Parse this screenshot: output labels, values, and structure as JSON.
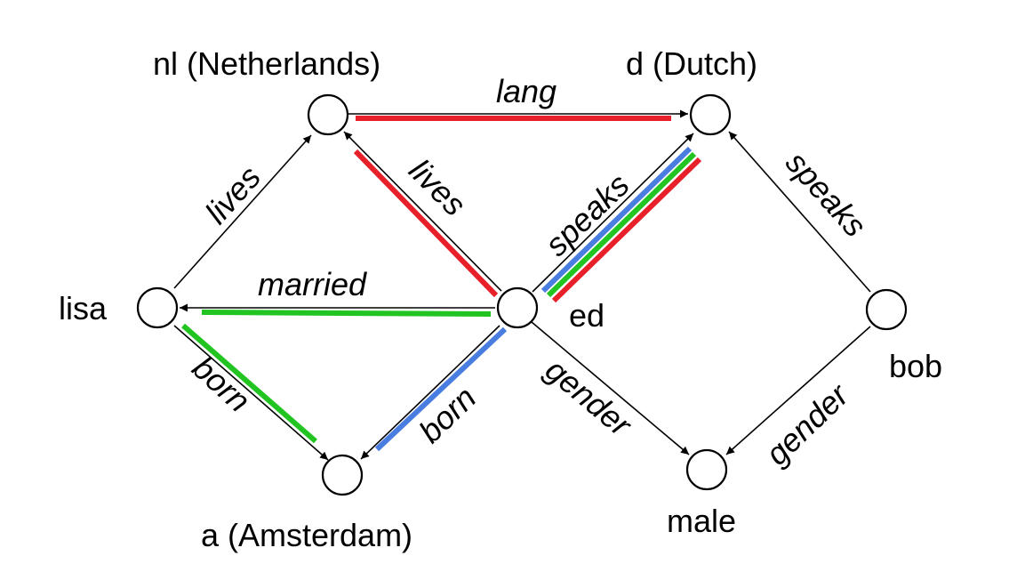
{
  "nodes": {
    "nl": {
      "label": "nl (Netherlands)"
    },
    "d": {
      "label": "d (Dutch)"
    },
    "lisa": {
      "label": "lisa"
    },
    "ed": {
      "label": "ed"
    },
    "bob": {
      "label": "bob"
    },
    "a": {
      "label": "a (Amsterdam)"
    },
    "male": {
      "label": "male"
    }
  },
  "edges": {
    "lisa_lives_nl": {
      "label": "lives"
    },
    "nl_lang_d": {
      "label": "lang"
    },
    "ed_lives_nl": {
      "label": "lives"
    },
    "ed_speaks_d": {
      "label": "speaks"
    },
    "bob_speaks_d": {
      "label": "speaks"
    },
    "ed_married_lisa": {
      "label": "married"
    },
    "lisa_born_a": {
      "label": "born"
    },
    "ed_born_a": {
      "label": "born"
    },
    "ed_gender_male": {
      "label": "gender"
    },
    "bob_gender_male": {
      "label": "gender"
    }
  },
  "colors": {
    "red": "#e8202a",
    "green": "#22c422",
    "blue": "#4a7de0",
    "black": "#000000"
  }
}
